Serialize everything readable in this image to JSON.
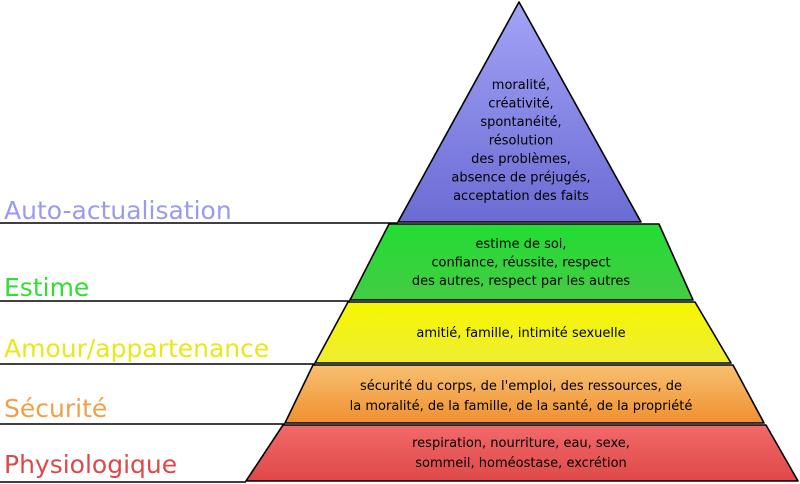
{
  "levels": [
    {
      "name": "Auto-actualisation",
      "color": "#9a9af2",
      "fill_top": "#a3a3f7",
      "fill_bottom": "#6b6bd4",
      "lines": [
        "moralité,",
        "créativité,",
        "spontanéité,",
        "résolution",
        "des problèmes,",
        "absence de préjugés,",
        "acceptation des faits"
      ]
    },
    {
      "name": "Estime",
      "color": "#33dd33",
      "fill_top": "#22dd33",
      "fill_bottom": "#44cc44",
      "lines": [
        "estime de soi,",
        "confiance, réussite, respect",
        "des autres, respect par les autres"
      ]
    },
    {
      "name": "Amour/appartenance",
      "color": "#e8e81a",
      "fill_top": "#f6f600",
      "fill_bottom": "#eeee33",
      "lines": [
        "amitié, famille, intimité sexuelle"
      ]
    },
    {
      "name": "Sécurité",
      "color": "#f0a04a",
      "fill_top": "#f8c070",
      "fill_bottom": "#f09030",
      "lines": [
        "sécurité du corps, de l'emploi, des ressources, de",
        "la moralité, de la famille, de la santé, de la propriété"
      ]
    },
    {
      "name": "Physiologique",
      "color": "#e04848",
      "fill_top": "#f26a6a",
      "fill_bottom": "#e04848",
      "lines": [
        "respiration, nourriture, eau, sexe,",
        "sommeil, homéostase, excrétion"
      ]
    }
  ]
}
